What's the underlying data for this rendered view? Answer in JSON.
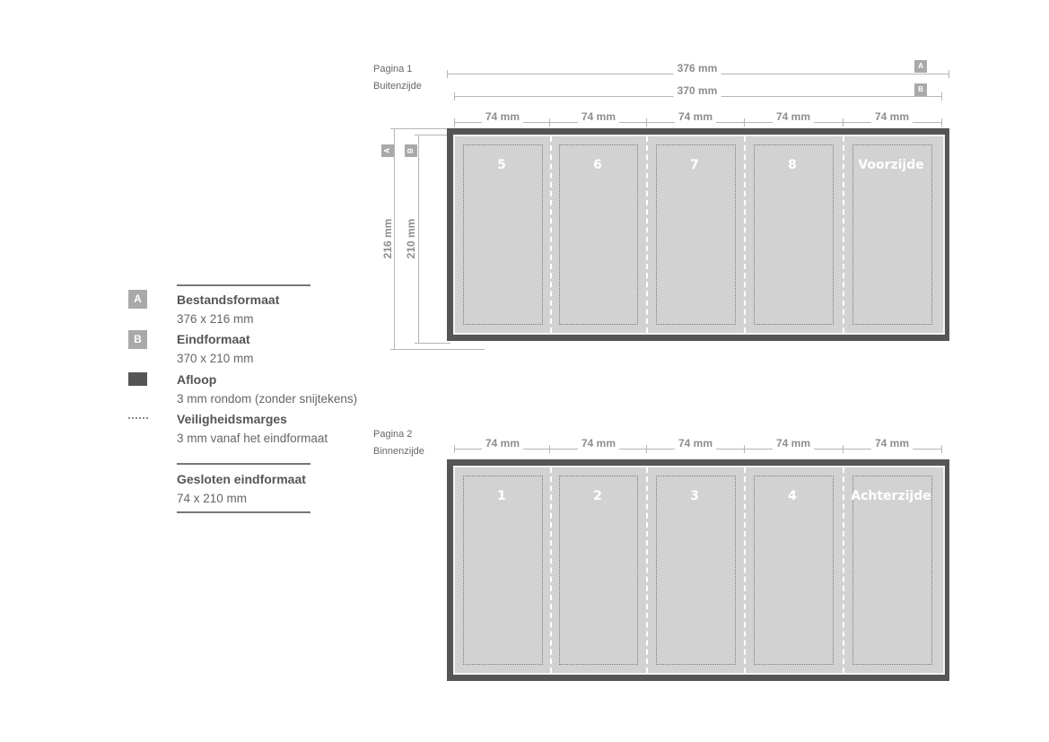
{
  "legend": {
    "items": [
      {
        "badge": "A",
        "title": "Bestandsformaat",
        "sub": "376 x 216 mm"
      },
      {
        "badge": "B",
        "title": "Eindformaat",
        "sub": "370 x 210 mm"
      },
      {
        "badge": "",
        "title": "Afloop",
        "sub": "3 mm rondom (zonder snijtekens)"
      },
      {
        "badge": "",
        "title": "Veiligheidsmarges",
        "sub": "3 mm vanaf het eindformaat"
      }
    ],
    "closed": {
      "title": "Gesloten eindformaat",
      "sub": "74 x 210 mm"
    }
  },
  "page1": {
    "label": "Pagina 1",
    "side": "Buitenzijde",
    "width_a": "376 mm",
    "width_b": "370 mm",
    "badge_a": "A",
    "badge_b": "B",
    "height_a": "216 mm",
    "height_b": "210 mm",
    "panel_widths": [
      "74 mm",
      "74 mm",
      "74 mm",
      "74 mm",
      "74 mm"
    ],
    "panels": [
      "5",
      "6",
      "7",
      "8",
      "Voorzijde"
    ]
  },
  "page2": {
    "label": "Pagina 2",
    "side": "Binnenzijde",
    "panel_widths": [
      "74 mm",
      "74 mm",
      "74 mm",
      "74 mm",
      "74 mm"
    ],
    "panels": [
      "1",
      "2",
      "3",
      "4",
      "Achterzijde"
    ]
  },
  "colors": {
    "bleed": "#555555",
    "trim": "#d2d2d2",
    "badge": "#a9a9a9"
  }
}
